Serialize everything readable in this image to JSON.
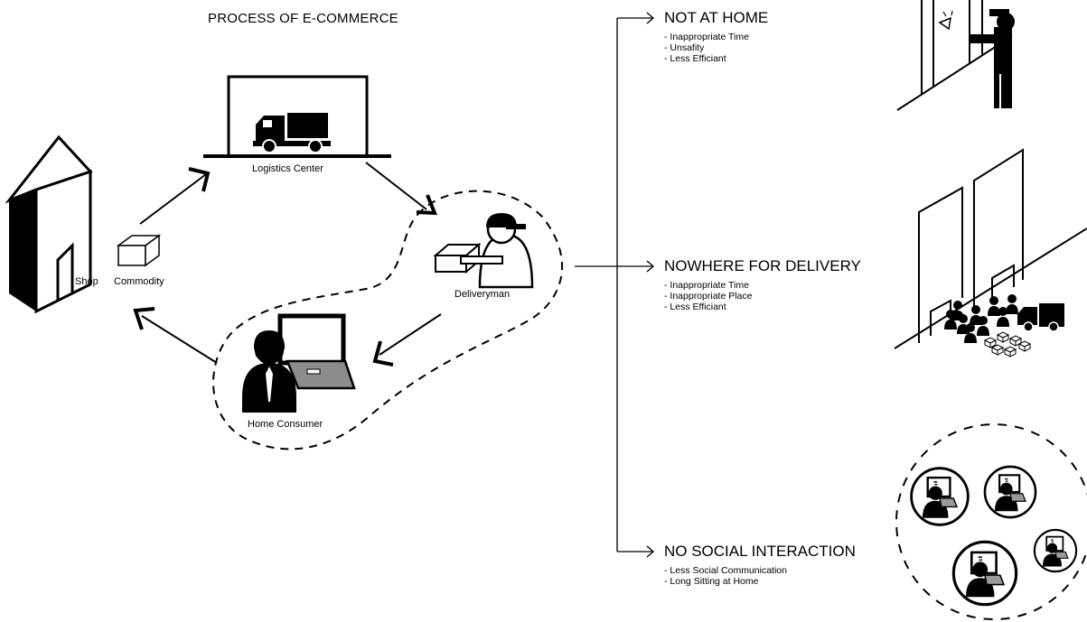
{
  "title": "PROCESS OF E-COMMERCE",
  "nodes": {
    "shop": "Shop",
    "commodity": "Commodity",
    "logistics": "Logistics  Center",
    "deliveryman": "Deliveryman",
    "consumer": "Home Consumer"
  },
  "problems": [
    {
      "heading": "NOT AT HOME",
      "items": [
        "- Inappropriate Time",
        "- Unsafity",
        "- Less Efficiant"
      ]
    },
    {
      "heading": "NOWHERE FOR DELIVERY",
      "items": [
        "- Inappropriate Time",
        "- Inappropriate Place",
        "- Less Efficiant"
      ]
    },
    {
      "heading": "NO SOCIAL INTERACTION",
      "items": [
        "- Less Social Communication",
        "- Long Sitting at Home"
      ]
    }
  ]
}
